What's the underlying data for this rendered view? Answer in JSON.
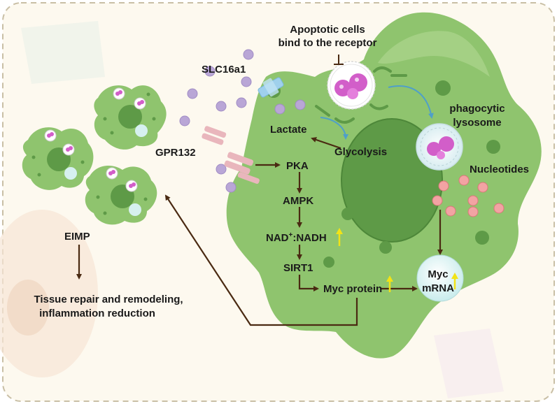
{
  "labels": {
    "apoptotic_line1": "Apoptotic cells",
    "apoptotic_line2": "bind to the receptor",
    "slc16a1": "SLC16a1",
    "lactate": "Lactate",
    "gpr132": "GPR132",
    "glycolysis": "Glycolysis",
    "pka": "PKA",
    "ampk": "AMPK",
    "nad_prefix": "NAD",
    "nad_sup": "+",
    "nad_suffix": ":NADH",
    "sirt1": "SIRT1",
    "myc_protein": "Myc protein",
    "phagocytic_line1": "phagocytic",
    "phagocytic_line2": "lysosome",
    "nucleotides": "Nucleotides",
    "myc_mrna_line1": "Myc",
    "myc_mrna_line2": "mRNA",
    "eimp": "EIMP",
    "outcome_line1": "Tissue repair and remodeling,",
    "outcome_line2": "inflammation reduction"
  },
  "colors": {
    "background": "#fdf9ef",
    "border_dash": "#c9bfa5",
    "cell_fill": "#8fc46e",
    "cell_fill_light": "#a9d38a",
    "nucleus": "#5e9a47",
    "arrow": "#4a2a12",
    "up_arrow": "#f2e316",
    "lactate_dot": "#b9a6d6",
    "nucleotide_dot": "#f2a3a3",
    "receptor_pink": "#e9b6bc",
    "transporter_blue": "#9fd0ec",
    "curved_arrow": "#4f9fc9",
    "apoptotic_pink": "#d25ec9"
  },
  "icons": [
    "apoptotic-cell-icon",
    "phagocytic-lysosome-icon",
    "gpr132-receptor-icon",
    "slc16a1-transporter-icon",
    "up-arrow-icon"
  ]
}
